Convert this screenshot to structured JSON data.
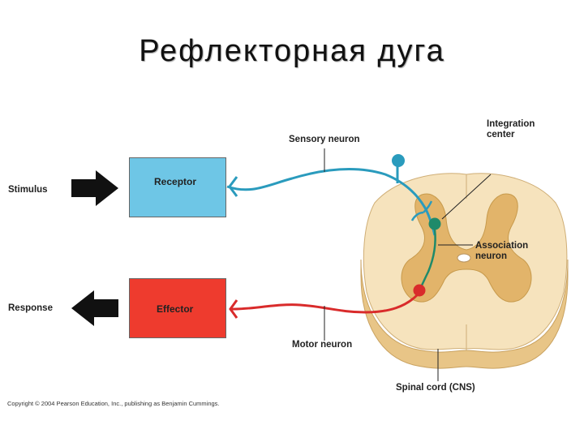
{
  "title": "Рефлекторная дуга",
  "labels": {
    "stimulus": "Stimulus",
    "response": "Response",
    "receptor": "Receptor",
    "effector": "Effector",
    "sensory_neuron": "Sensory neuron",
    "integration_center_line1": "Integration",
    "integration_center_line2": "center",
    "association_neuron_line1": "Association",
    "association_neuron_line2": "neuron",
    "motor_neuron": "Motor neuron",
    "spinal_cord": "Spinal cord (CNS)"
  },
  "copyright": "Copyright © 2004 Pearson Education, Inc., publishing as Benjamin Cummings.",
  "colors": {
    "receptor": "#6ec6e6",
    "effector": "#ee3b2e",
    "sensory_neuron": "#2a9bbd",
    "association_neuron": "#1f8a6a",
    "motor_neuron": "#d92b2b",
    "white_matter": "#f6e3bd",
    "gray_matter": "#e2b46a",
    "cord_edge": "#e8c587"
  },
  "icons": {
    "stimulus_arrow": "arrow-right-icon",
    "response_arrow": "arrow-left-icon"
  }
}
